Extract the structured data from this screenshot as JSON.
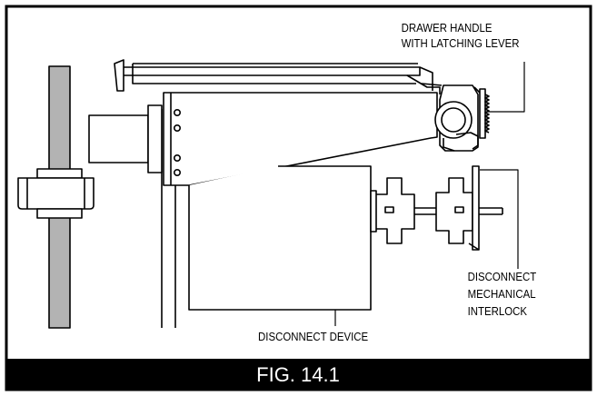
{
  "labels": {
    "drawer_handle_line1": "DRAWER HANDLE",
    "drawer_handle_line2": "WITH LATCHING LEVER",
    "interlock_line1": "DISCONNECT",
    "interlock_line2": "MECHANICAL",
    "interlock_line3": "INTERLOCK",
    "disconnect_device": "DISCONNECT DEVICE"
  },
  "caption": "FIG. 14.1",
  "colors": {
    "line": "#000000",
    "frame": "#000000",
    "background": "#ffffff",
    "pipe_fill": "#b3b3b3",
    "caption_bar": "#000000",
    "caption_text": "#ffffff"
  }
}
